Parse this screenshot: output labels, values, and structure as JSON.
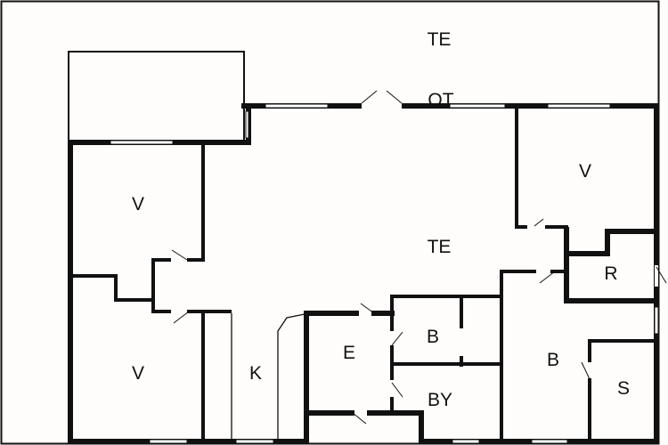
{
  "plan": {
    "colors": {
      "wall": "#111111",
      "background": "#fefdfb",
      "window": "#ffffff"
    },
    "rooms": [
      {
        "id": "terrace-top",
        "label": "TE"
      },
      {
        "id": "ot",
        "label": "OT"
      },
      {
        "id": "bedroom-top-left",
        "label": "V"
      },
      {
        "id": "bedroom-top-right",
        "label": "V"
      },
      {
        "id": "terrace-main",
        "label": "TE"
      },
      {
        "id": "r-room",
        "label": "R"
      },
      {
        "id": "bedroom-bottom-left",
        "label": "V"
      },
      {
        "id": "kitchen",
        "label": "K"
      },
      {
        "id": "entrance",
        "label": "E"
      },
      {
        "id": "bath-small",
        "label": "B"
      },
      {
        "id": "bath-large",
        "label": "B"
      },
      {
        "id": "sauna",
        "label": "S"
      },
      {
        "id": "laundry",
        "label": "BY"
      }
    ]
  }
}
